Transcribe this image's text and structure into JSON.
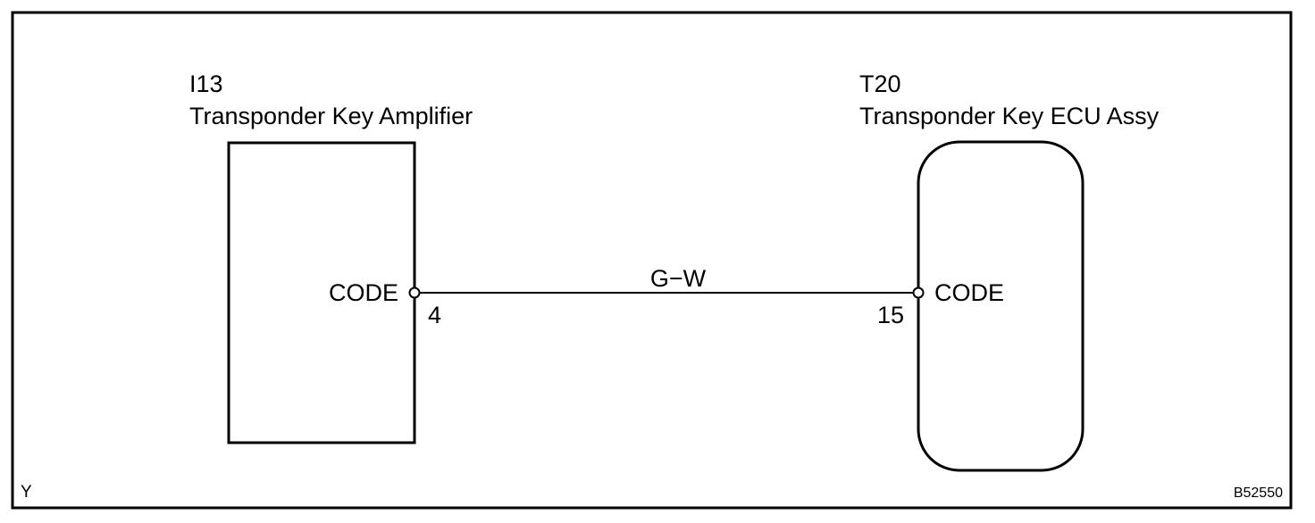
{
  "frame": {
    "corner_label": "Y",
    "figure_code": "B52550"
  },
  "components": [
    {
      "id": "I13",
      "name": "Transponder Key Amplifier",
      "pin_label": "CODE",
      "pin_number": "4"
    },
    {
      "id": "T20",
      "name": "Transponder Key ECU Assy",
      "pin_label": "CODE",
      "pin_number": "15"
    }
  ],
  "wire": {
    "color_code": "G−W"
  },
  "colors": {
    "line": "#000000",
    "background": "#ffffff"
  }
}
